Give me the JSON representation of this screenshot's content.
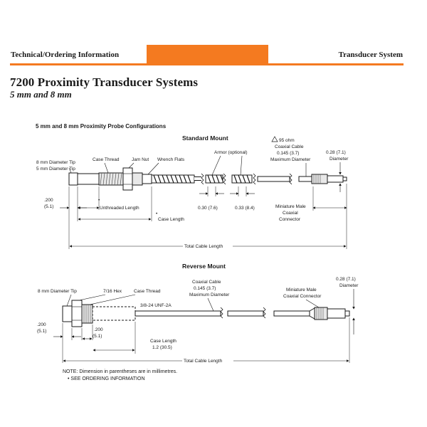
{
  "header": {
    "left": "Technical/Ordering Information",
    "right": "Transducer System",
    "accent": "#f47a20"
  },
  "title": "7200 Proximity Transducer Systems",
  "subtitle": "5 mm and 8 mm",
  "section_title": "5 mm and 8 mm Proximity Probe Configurations",
  "standard": {
    "heading": "Standard Mount",
    "tip_8mm": "8 mm Diameter Tip",
    "tip_5mm": "5 mm Diameter Tip",
    "case_thread": "Case Thread",
    "jam_nut": "Jam Nut",
    "wrench_flats": "Wrench Flats",
    "armor": "Armor (optional)",
    "cable_1": "95 ohm",
    "cable_2": "Coaxial Cable",
    "cable_3": "0.145 (3.7)",
    "cable_4": "Maximum Diameter",
    "dia_1": "0.28 (7.1)",
    "dia_2": "Diameter",
    "dim_200": ".200",
    "dim_51": "(5.1)",
    "unthreaded": "Unthreaded Length",
    "case_length": "Case Length",
    "armor_dim_1": "0.30 (7.6)",
    "armor_dim_2": "0.33 (8.4)",
    "conn_1": "Miniature Male",
    "conn_2": "Coaxial",
    "conn_3": "Connector",
    "total": "Total Cable Length"
  },
  "reverse": {
    "heading": "Reverse Mount",
    "tip_8mm": "8 mm Diameter Tip",
    "hex": "7/16 Hex",
    "case_thread": "Case Thread",
    "thread_spec": "3/8-24 UNF-2A",
    "cable_1": "Coaxial Cable",
    "cable_2": "0.145 (3.7)",
    "cable_3": "Maximum Diameter",
    "conn_1": "Miniature Male",
    "conn_2": "Coaxial Connector",
    "dia_1": "0.28 (7.1)",
    "dia_2": "Diameter",
    "dim_200a": ".200",
    "dim_51a": "(5.1)",
    "dim_200b": ".200",
    "dim_51b": "(5.1)",
    "case_len_1": "Case Length",
    "case_len_2": "1.2 (30.5)",
    "total": "Total Cable Length"
  },
  "notes": {
    "line1": "NOTE: Dimension in parentheses are in millimetres.",
    "line2": "• SEE ORDERING INFORMATION"
  }
}
